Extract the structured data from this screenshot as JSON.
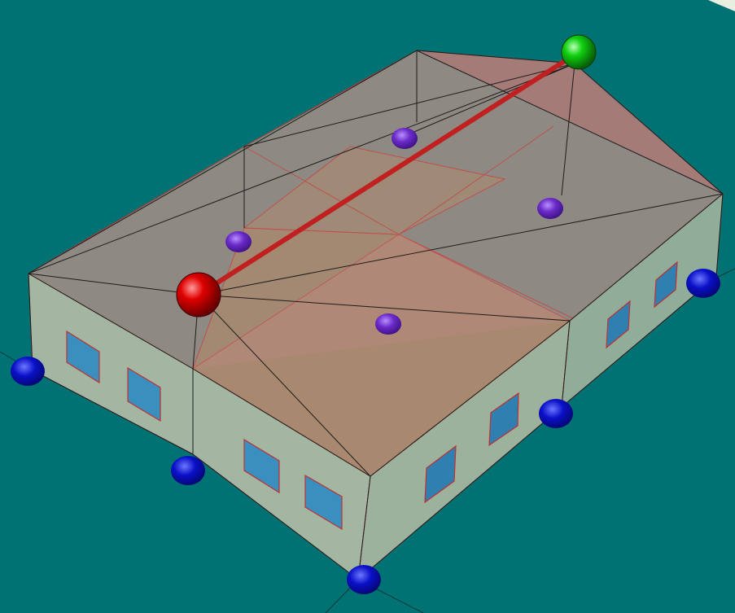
{
  "viewport": {
    "background_color": "#007273",
    "scene": "3d-building-model"
  },
  "colors": {
    "roof_fill": "#b98a86",
    "wall_fill": "#c8bfa8",
    "floor_fill": "#d9a08e",
    "window_fill": "#3a8fbf",
    "edge_color": "#1c1c1c",
    "selected_edge_color": "#c02020",
    "corner_handle_color": "#0a10c8",
    "roof_handle_color": "#6a2ac8",
    "start_point_color": "#e00000",
    "end_point_color": "#10d010"
  },
  "handles": {
    "start_point": {
      "name": "red-point-icon"
    },
    "end_point": {
      "name": "green-point-icon"
    },
    "corner_count": 6,
    "roof_count": 5
  }
}
